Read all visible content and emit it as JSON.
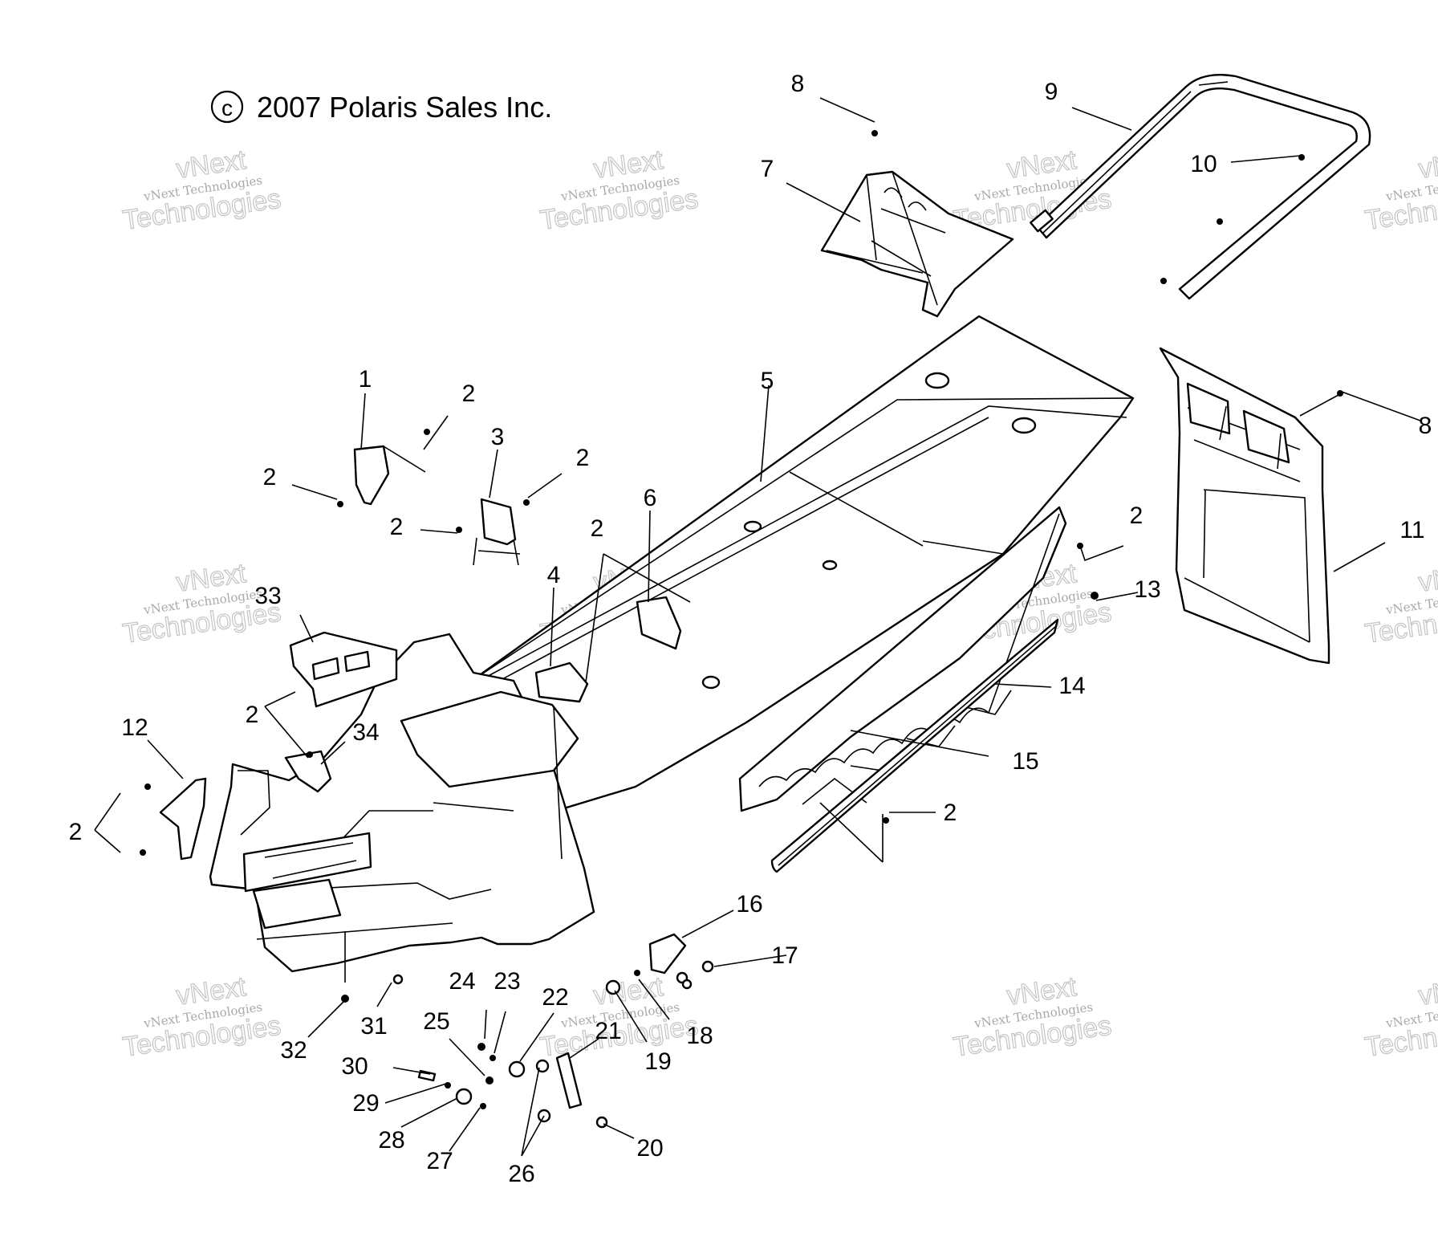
{
  "copyright": "2007 Polaris Sales Inc.",
  "copyright_symbol": "c",
  "watermark": {
    "line1": "vNext Technologies",
    "line2": "Technologies",
    "line3": "vNext"
  },
  "callouts": [
    "1",
    "2",
    "3",
    "4",
    "5",
    "6",
    "7",
    "8",
    "9",
    "10",
    "11",
    "12",
    "13",
    "14",
    "15",
    "16",
    "17",
    "18",
    "19",
    "20",
    "21",
    "22",
    "23",
    "24",
    "25",
    "26",
    "27",
    "28",
    "29",
    "30",
    "31",
    "32",
    "33",
    "34"
  ]
}
